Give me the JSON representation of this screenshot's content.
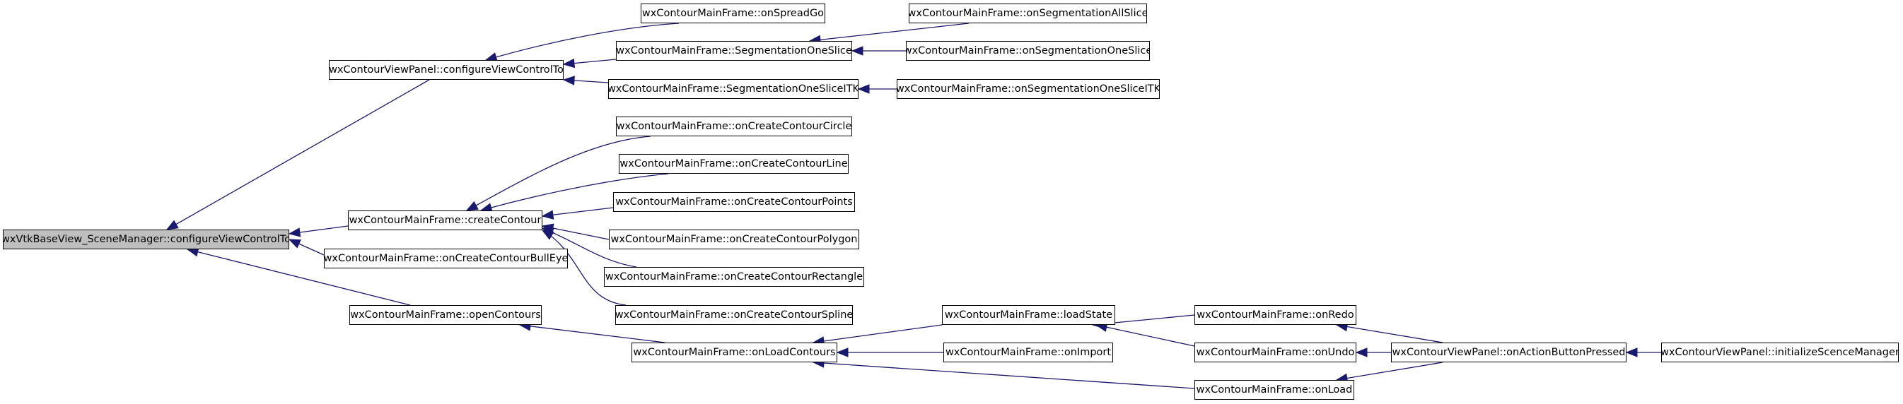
{
  "graph": {
    "accent_colors": {
      "edge": "#191970",
      "root_fill": "#bfbfbf",
      "node_fill": "#ffffff",
      "border": "#000000"
    },
    "nodes": [
      {
        "id": "n_root",
        "label": "wxVtkBaseView_SceneManager::configureViewControlTo",
        "root": true
      },
      {
        "id": "n_cvp_configure",
        "label": "wxContourViewPanel::configureViewControlTo"
      },
      {
        "id": "n_create_contour",
        "label": "wxContourMainFrame::createContour"
      },
      {
        "id": "n_bulleye",
        "label": "wxContourMainFrame::onCreateContourBullEye"
      },
      {
        "id": "n_open_contours",
        "label": "wxContourMainFrame::openContours"
      },
      {
        "id": "n_spread_go",
        "label": "wxContourMainFrame::onSpreadGo"
      },
      {
        "id": "n_seg_one_slice",
        "label": "wxContourMainFrame::SegmentationOneSlice"
      },
      {
        "id": "n_seg_one_slice_itk",
        "label": "wxContourMainFrame::SegmentationOneSliceITK"
      },
      {
        "id": "n_on_seg_all_slice",
        "label": "wxContourMainFrame::onSegmentationAllSlice"
      },
      {
        "id": "n_on_seg_one_slice",
        "label": "wxContourMainFrame::onSegmentationOneSlice"
      },
      {
        "id": "n_on_seg_one_slice_itk",
        "label": "wxContourMainFrame::onSegmentationOneSliceITK"
      },
      {
        "id": "n_circle",
        "label": "wxContourMainFrame::onCreateContourCircle"
      },
      {
        "id": "n_line",
        "label": "wxContourMainFrame::onCreateContourLine"
      },
      {
        "id": "n_points",
        "label": "wxContourMainFrame::onCreateContourPoints"
      },
      {
        "id": "n_polygon",
        "label": "wxContourMainFrame::onCreateContourPolygon"
      },
      {
        "id": "n_rectangle",
        "label": "wxContourMainFrame::onCreateContourRectangle"
      },
      {
        "id": "n_spline",
        "label": "wxContourMainFrame::onCreateContourSpline"
      },
      {
        "id": "n_load_contours",
        "label": "wxContourMainFrame::onLoadContours"
      },
      {
        "id": "n_load_state",
        "label": "wxContourMainFrame::loadState"
      },
      {
        "id": "n_on_import",
        "label": "wxContourMainFrame::onImport"
      },
      {
        "id": "n_on_redo",
        "label": "wxContourMainFrame::onRedo"
      },
      {
        "id": "n_on_undo",
        "label": "wxContourMainFrame::onUndo"
      },
      {
        "id": "n_on_load",
        "label": "wxContourMainFrame::onLoad"
      },
      {
        "id": "n_action_button",
        "label": "wxContourViewPanel::onActionButtonPressed"
      },
      {
        "id": "n_init_scene",
        "label": "wxContourViewPanel::initializeScenceManager"
      }
    ],
    "edges": [
      {
        "from": "n_cvp_configure",
        "to": "n_root"
      },
      {
        "from": "n_create_contour",
        "to": "n_root"
      },
      {
        "from": "n_bulleye",
        "to": "n_root"
      },
      {
        "from": "n_open_contours",
        "to": "n_root"
      },
      {
        "from": "n_spread_go",
        "to": "n_cvp_configure"
      },
      {
        "from": "n_seg_one_slice",
        "to": "n_cvp_configure"
      },
      {
        "from": "n_seg_one_slice_itk",
        "to": "n_cvp_configure"
      },
      {
        "from": "n_on_seg_all_slice",
        "to": "n_seg_one_slice"
      },
      {
        "from": "n_on_seg_one_slice",
        "to": "n_seg_one_slice"
      },
      {
        "from": "n_on_seg_one_slice_itk",
        "to": "n_seg_one_slice_itk"
      },
      {
        "from": "n_circle",
        "to": "n_create_contour"
      },
      {
        "from": "n_line",
        "to": "n_create_contour"
      },
      {
        "from": "n_points",
        "to": "n_create_contour"
      },
      {
        "from": "n_polygon",
        "to": "n_create_contour"
      },
      {
        "from": "n_rectangle",
        "to": "n_create_contour"
      },
      {
        "from": "n_spline",
        "to": "n_create_contour"
      },
      {
        "from": "n_load_contours",
        "to": "n_open_contours"
      },
      {
        "from": "n_load_state",
        "to": "n_load_contours"
      },
      {
        "from": "n_on_import",
        "to": "n_load_contours"
      },
      {
        "from": "n_on_load",
        "to": "n_load_contours"
      },
      {
        "from": "n_on_redo",
        "to": "n_load_state"
      },
      {
        "from": "n_on_undo",
        "to": "n_load_state"
      },
      {
        "from": "n_action_button",
        "to": "n_on_redo"
      },
      {
        "from": "n_action_button",
        "to": "n_on_undo"
      },
      {
        "from": "n_action_button",
        "to": "n_on_load"
      },
      {
        "from": "n_init_scene",
        "to": "n_action_button"
      }
    ]
  }
}
